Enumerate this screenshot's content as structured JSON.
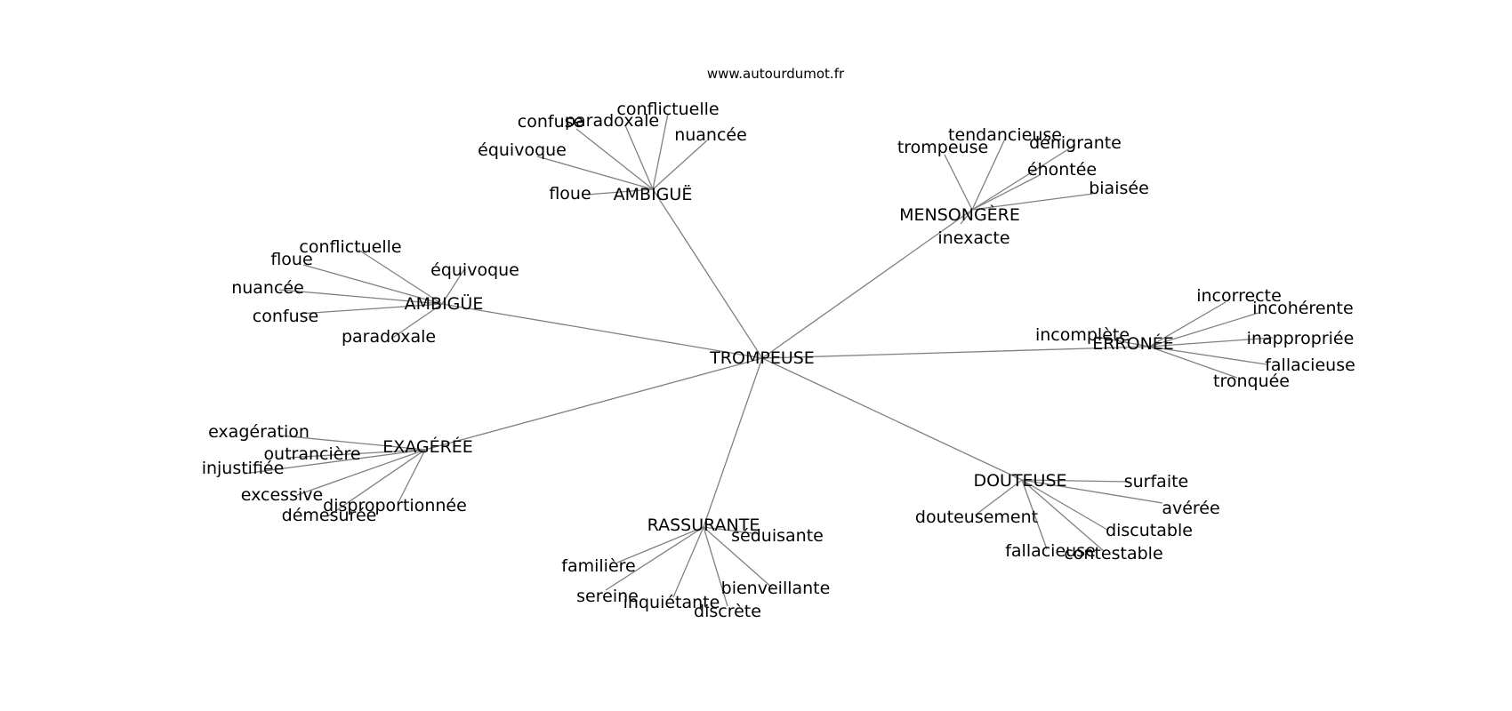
{
  "site": "www.autourdumot.fr",
  "center": "TROMPEUSE",
  "clusters": [
    {
      "label": "AMBIGUË",
      "words": [
        "confuse",
        "paradoxale",
        "conflictuelle",
        "nuancée",
        "équivoque",
        "floue"
      ]
    },
    {
      "label": "MENSONGÈRE",
      "words": [
        "trompeuse",
        "tendancieuse",
        "dénigrante",
        "éhontée",
        "biaisée",
        "inexacte"
      ]
    },
    {
      "label": "AMBIGÜE",
      "words": [
        "conflictuelle",
        "floue",
        "équivoque",
        "nuancée",
        "confuse",
        "paradoxale"
      ]
    },
    {
      "label": "ERRONÉE",
      "words": [
        "incorrecte",
        "incohérente",
        "incomplète",
        "inappropriée",
        "fallacieuse",
        "tronquée"
      ]
    },
    {
      "label": "EXAGÉRÉE",
      "words": [
        "exagération",
        "outrancière",
        "injustifiée",
        "excessive",
        "disproportionnée",
        "démesurée"
      ]
    },
    {
      "label": "DOUTEUSE",
      "words": [
        "surfaite",
        "avérée",
        "douteusement",
        "discutable",
        "fallacieuse",
        "contestable"
      ]
    },
    {
      "label": "RASSURANTE",
      "words": [
        "séduisante",
        "familière",
        "bienveillante",
        "sereine",
        "inquiétante",
        "discrète"
      ]
    }
  ]
}
